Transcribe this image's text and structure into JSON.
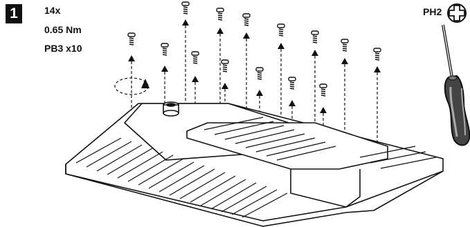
{
  "step": {
    "number": "1"
  },
  "specs": {
    "quantity": "14x",
    "torque": "0.65 Nm",
    "screw_type": "PB3 x10"
  },
  "tool": {
    "label": "PH2",
    "icon": "phillips-head-icon"
  },
  "colors": {
    "ink": "#111111",
    "handle_dark": "#3a3a3a",
    "handle_mid": "#8a8a8a",
    "background": "#ffffff"
  }
}
